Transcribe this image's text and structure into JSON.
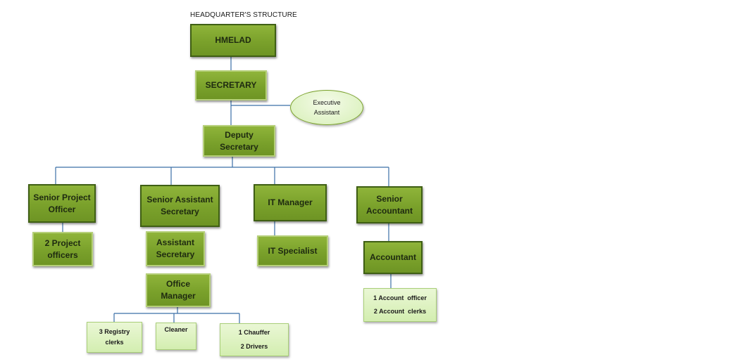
{
  "title": "HEADQUARTER'S STRUCTURE",
  "nodes": {
    "hmelad": [
      "HMELAD"
    ],
    "secretary": [
      "SECRETARY"
    ],
    "exec_assistant": [
      "Executive",
      "Assistant"
    ],
    "deputy_secretary": [
      "Deputy",
      "Secretary"
    ],
    "senior_project_officer": [
      "Senior Project",
      "Officer"
    ],
    "senior_assistant_secretary": [
      "Senior Assistant",
      "Secretary"
    ],
    "it_manager": [
      "IT Manager"
    ],
    "senior_accountant": [
      "Senior",
      "Accountant"
    ],
    "project_officers": [
      "2 Project",
      "officers"
    ],
    "assistant_secretary": [
      "Assistant",
      "Secretary"
    ],
    "it_specialist": [
      "IT Specialist"
    ],
    "accountant": [
      "Accountant"
    ],
    "office_manager": [
      "Office",
      "Manager"
    ],
    "account_staff": [
      "1 Account  officer",
      "2 Account  clerks"
    ],
    "registry_clerks": [
      "3 Registry",
      "clerks"
    ],
    "cleaner": [
      "Cleaner"
    ],
    "chauffer_drivers": [
      "1 Chauffer",
      "2 Drivers"
    ]
  },
  "colors": {
    "box_dark": "#7aa12b",
    "box_light": "#d3eeb0",
    "connector": "#3b6fa6"
  }
}
